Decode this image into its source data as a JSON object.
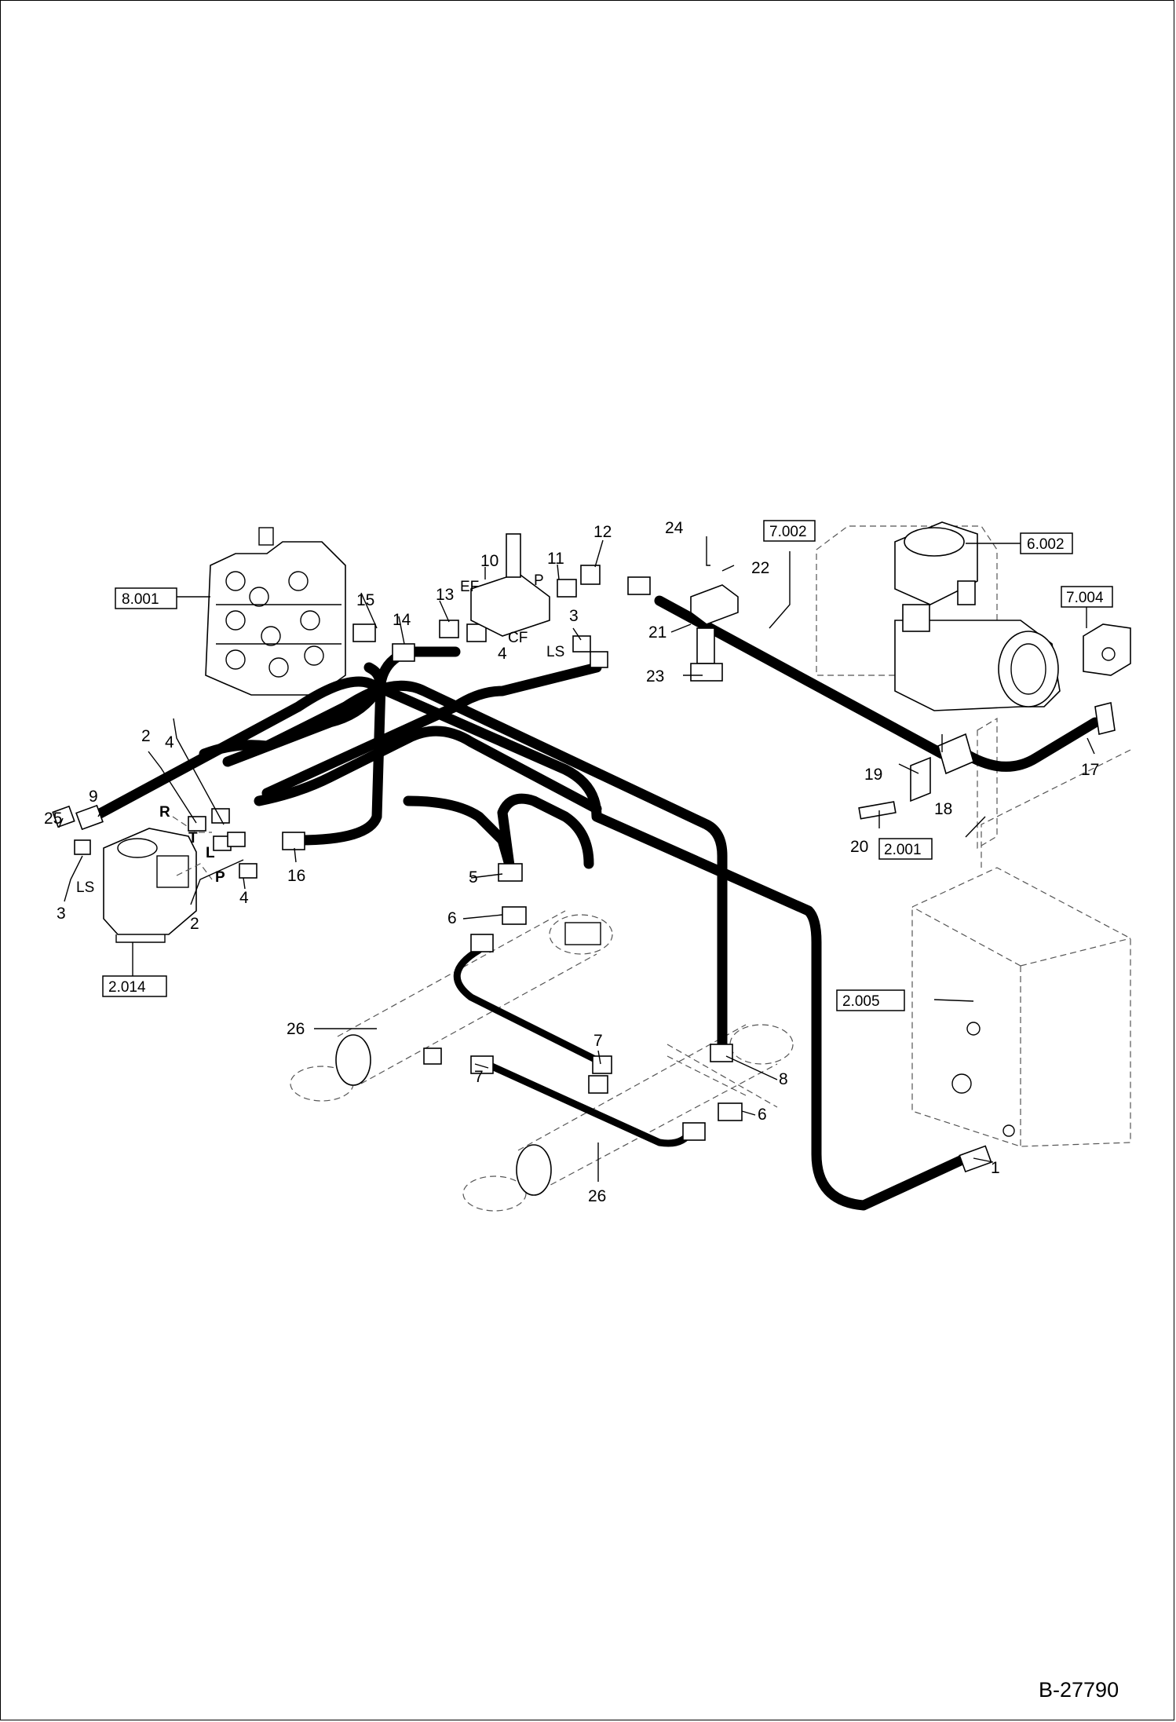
{
  "diagram": {
    "document_id": "B-27790",
    "part_callouts": [
      "1",
      "2",
      "2",
      "3",
      "3",
      "4",
      "4",
      "4",
      "5",
      "6",
      "6",
      "7",
      "7",
      "8",
      "9",
      "10",
      "11",
      "12",
      "13",
      "14",
      "15",
      "16",
      "17",
      "18",
      "19",
      "20",
      "21",
      "22",
      "23",
      "24",
      "25",
      "26",
      "26"
    ],
    "port_labels": [
      "R",
      "T",
      "L",
      "P",
      "LS",
      "LS",
      "EF",
      "CF",
      "P"
    ],
    "reference_boxes": [
      "8.001",
      "7.002",
      "6.002",
      "7.004",
      "2.014",
      "2.001",
      "2.005"
    ]
  }
}
